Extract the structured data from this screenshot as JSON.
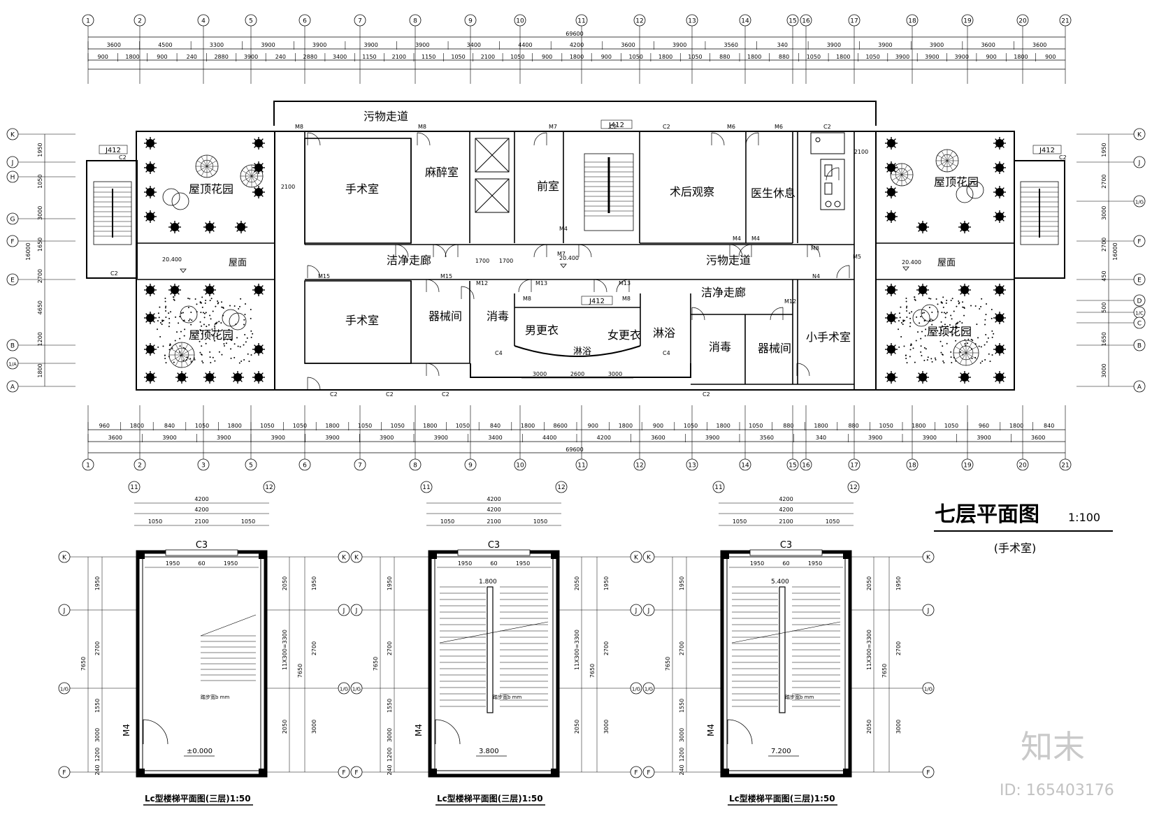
{
  "drawing": {
    "title": "七层平面图",
    "scale": "1:100",
    "subtitle": "(手术室)",
    "total_length": "69600",
    "total_depth": "16000",
    "top_dims_row1": [
      "3600",
      "4500",
      "3300",
      "3900",
      "3900",
      "3900",
      "3900",
      "3400",
      "4400",
      "4200",
      "3600",
      "3900",
      "3560",
      "340",
      "3900",
      "3900",
      "3900",
      "3600",
      "3600"
    ],
    "top_dims_row3": [
      "900",
      "1800",
      "900",
      "240",
      "2880",
      "3900",
      "240",
      "2880",
      "3400",
      "1150",
      "2100",
      "1150",
      "1050",
      "2100",
      "1050",
      "900",
      "1800",
      "900",
      "1050",
      "1800",
      "1050",
      "880",
      "1800",
      "880",
      "1050",
      "1800",
      "1050",
      "3900",
      "3900",
      "3900",
      "900",
      "1800",
      "900"
    ],
    "bottom_dims_row1": [
      "960",
      "1800",
      "840",
      "1050",
      "1800",
      "1050",
      "1050",
      "1800",
      "1050",
      "1050",
      "1800",
      "1050",
      "840",
      "1800",
      "8600",
      "900",
      "1800",
      "900",
      "1050",
      "1800",
      "1050",
      "880",
      "1800",
      "880",
      "1050",
      "1800",
      "1050",
      "960",
      "1800",
      "840"
    ],
    "bottom_dims_row2": [
      "3600",
      "3900",
      "3900",
      "3900",
      "3900",
      "3900",
      "3900",
      "3400",
      "4400",
      "4200",
      "3600",
      "3900",
      "3560",
      "340",
      "3900",
      "3900",
      "3900",
      "3600"
    ],
    "axes_columns": [
      "1",
      "2",
      "4",
      "5",
      "6",
      "7",
      "8",
      "9",
      "10",
      "11",
      "12",
      "13",
      "14",
      "15",
      "16",
      "17",
      "18",
      "19",
      "20",
      "21"
    ],
    "axes_columns_bottom": [
      "1",
      "2",
      "3",
      "5",
      "6",
      "7",
      "8",
      "9",
      "10",
      "11",
      "12",
      "13",
      "14",
      "15",
      "16",
      "17",
      "18",
      "19",
      "20",
      "21"
    ],
    "axes_rows_left": [
      "K",
      "J",
      "H",
      "G",
      "F",
      "E",
      "B",
      "1/A",
      "A"
    ],
    "axes_rows_right": [
      "K",
      "J",
      "1/G",
      "F",
      "E",
      "D",
      "1/C",
      "C",
      "B",
      "A"
    ],
    "left_dims": [
      "1950",
      "1050",
      "3000",
      "1650",
      "2700",
      "4650",
      "1200",
      "1800"
    ],
    "right_dims": [
      "1950",
      "2700",
      "3000",
      "2700",
      "450",
      "500",
      "1650",
      "3000"
    ],
    "rooms": {
      "dirty_corridor_top": "污物走道",
      "operating_room_1": "手术室",
      "anesthesia_room": "麻醉室",
      "front_room": "前室",
      "postop_observation": "术后观察",
      "doctor_rest": "医生休息",
      "roof_garden_tl": "屋顶花园",
      "roof_garden_bl": "屋顶花园",
      "roof_garden_tr": "屋顶花园",
      "roof_garden_br": "屋顶花园",
      "clean_corridor_left": "洁净走廊",
      "dirty_corridor_mid": "污物走道",
      "roof_left": "屋面",
      "roof_right": "屋面",
      "operating_room_2": "手术室",
      "equipment_room_1": "器械间",
      "disinfection_1": "消毒",
      "male_changing": "男更衣",
      "shower_1": "淋浴",
      "female_changing": "女更衣",
      "shower_2": "淋浴",
      "clean_corridor_right": "洁净走廊",
      "disinfection_2": "消毒",
      "equipment_room_2": "器械间",
      "minor_operating": "小手术室"
    },
    "elevation_labels": [
      "20.400",
      "20.400",
      "20.400"
    ],
    "center_dims": [
      "1700",
      "1700",
      "3000",
      "2600",
      "3000",
      "2100",
      "2100"
    ],
    "door_tags": [
      "M8",
      "M8",
      "M7",
      "M7",
      "M4",
      "M6",
      "M6",
      "M4",
      "M4",
      "M8",
      "M5",
      "N4",
      "M12",
      "M12",
      "M13",
      "M13",
      "M8",
      "M8",
      "M15",
      "M15"
    ],
    "window_tags": [
      "C2",
      "C2",
      "C2",
      "C2",
      "C2",
      "C2",
      "C4",
      "C4",
      "C2",
      "C2",
      "C2",
      "C2"
    ],
    "detail_ref": "J412",
    "stair_plans": [
      {
        "caption": "Lc型楼梯平面图(三层)1:50",
        "axes_top": [
          "11",
          "12"
        ],
        "dims_top": [
          "4200",
          "4200",
          "1050",
          "2100",
          "1050"
        ],
        "window": "C3",
        "inner_dims": [
          "1950",
          "60",
          "1950"
        ],
        "axes_side": [
          "K",
          "J",
          "1/G",
          "F"
        ],
        "dims_left": [
          "1950",
          "2700",
          "1550",
          "3000",
          "1200",
          "240",
          "7650"
        ],
        "dims_right": [
          "2050",
          "11X300=3300",
          "2050",
          "7650",
          "1950",
          "2700",
          "3000"
        ],
        "door": "M4",
        "level": "±0.000",
        "upper_level": "",
        "stair_note": "踏步宽b mm"
      },
      {
        "caption": "Lc型楼梯平面图(三层)1:50",
        "axes_top": [
          "11",
          "12"
        ],
        "dims_top": [
          "4200",
          "4200",
          "1050",
          "2100",
          "1050"
        ],
        "window": "C3",
        "inner_dims": [
          "1950",
          "60",
          "1950"
        ],
        "axes_side": [
          "K",
          "J",
          "1/G",
          "F"
        ],
        "dims_left": [
          "1950",
          "2700",
          "1550",
          "3000",
          "1200",
          "240",
          "7650"
        ],
        "dims_right": [
          "2050",
          "11X300=3300",
          "2050",
          "7650",
          "1950",
          "2700",
          "3000"
        ],
        "door": "M4",
        "level": "3.800",
        "upper_level": "1.800",
        "stair_note": "踏步宽b mm"
      },
      {
        "caption": "Lc型楼梯平面图(三层)1:50",
        "axes_top": [
          "11",
          "12"
        ],
        "dims_top": [
          "4200",
          "4200",
          "1050",
          "2100",
          "1050"
        ],
        "window": "C3",
        "inner_dims": [
          "1950",
          "60",
          "1950"
        ],
        "axes_side": [
          "K",
          "J",
          "1/G",
          "F"
        ],
        "dims_left": [
          "1950",
          "2700",
          "1550",
          "3000",
          "1200",
          "240",
          "7650"
        ],
        "dims_right": [
          "2050",
          "11X300=3300",
          "2050",
          "7650",
          "1950",
          "2700",
          "3000"
        ],
        "door": "M4",
        "level": "7.200",
        "upper_level": "5.400",
        "stair_note": "踏步宽b mm"
      }
    ]
  },
  "watermark": {
    "logo_text": "知末",
    "id_text": "ID: 165403176"
  }
}
